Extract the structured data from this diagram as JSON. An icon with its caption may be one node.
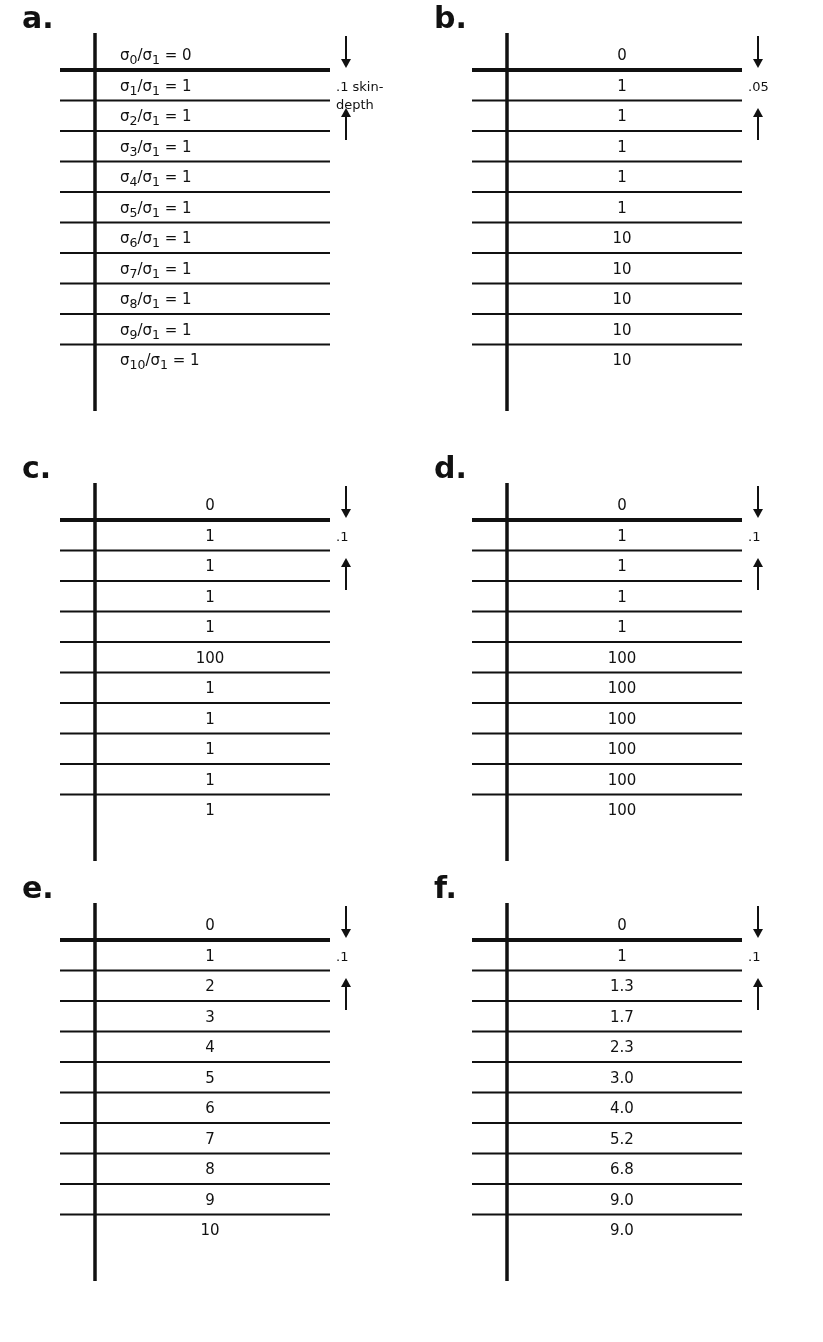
{
  "diagram": {
    "labels": [
      "a.",
      "σ$_{0}$/σ$_{1}$ = 0",
      "σ$_{1}$/σ$_{1}$ = 1",
      "σ$_{2}$/σ$_{1}$ = 1",
      "σ$_{3}$/σ$_{1}$ = 1",
      "σ$_{4}$/σ$_{1}$ = 1",
      "σ$_{5}$/σ$_{1}$ = 1",
      "σ$_{6}$/σ$_{1}$ = 1",
      "σ$_{7}$/σ$_{1}$ = 1",
      "σ$_{8}$/σ$_{1}$ = 1",
      "σ$_{9}$/σ$_{1}$ = 1",
      "σ$_{10}$/σ$_{1}$ = 1",
      ".1 skin- depth",
      "b.",
      "0",
      "1",
      "1",
      "1",
      "1",
      "1",
      "10",
      "10",
      "10",
      "10",
      "10",
      ".05",
      "c.",
      "0",
      "1",
      "1",
      "1",
      "1",
      "100",
      "1",
      "1",
      "1",
      "1",
      "1",
      ".1",
      "d.",
      "0",
      "1",
      "1",
      "1",
      "1",
      "100",
      "100",
      "100",
      "100",
      "100",
      "100",
      ".1",
      "e.",
      "0",
      "1",
      "2",
      "3",
      "4",
      "5",
      "6",
      "7",
      "8",
      "9",
      "10",
      ".1",
      "f.",
      "0",
      "1",
      "1.3",
      "1.7",
      "2.3",
      "3.0",
      "4.0",
      "5.2",
      "6.8",
      "9.0",
      "9.0",
      ".1"
    ]
  }
}
